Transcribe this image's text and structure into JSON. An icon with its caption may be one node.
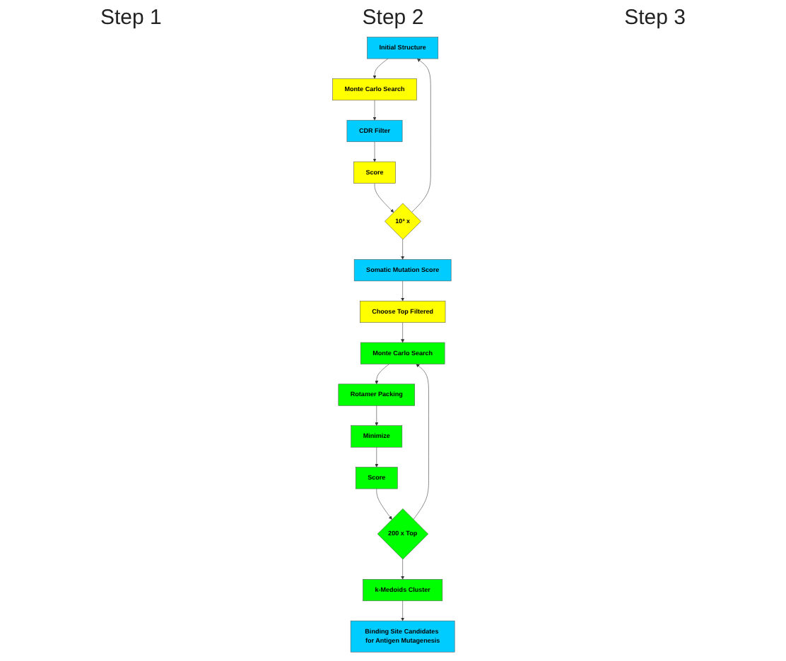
{
  "diagram": {
    "nodes": [
      {
        "text": [
          "Initial Structure"
        ]
      },
      {
        "text": [
          "Monte Carlo Search"
        ]
      },
      {
        "text": [
          "CDR Filter"
        ]
      },
      {
        "text": [
          "Score"
        ]
      },
      {
        "text": [
          "10³ x"
        ]
      },
      {
        "text": [
          "Choose Top Filtered"
        ]
      },
      {
        "text": [
          "Somatic Mutation Score"
        ]
      },
      {
        "text": [
          "Monte Carlo Search"
        ]
      },
      {
        "text": [
          "Rotamer Packing"
        ]
      },
      {
        "text": [
          "Minimize"
        ]
      },
      {
        "text": [
          "Score"
        ]
      },
      {
        "text": [
          "200 x Top"
        ]
      },
      {
        "text": [
          "k-Medoids Cluster"
        ]
      },
      {
        "text": [
          "Binding Site Candidates for Antigen Mutagenesis"
        ]
      }
    ],
    "edges": [
      {
        "from": 0,
        "to": 1,
        "arrow": "to"
      },
      {
        "from": 1,
        "to": 2,
        "arrow": "to"
      },
      {
        "from": 2,
        "to": 3,
        "arrow": "to"
      },
      {
        "from": 3,
        "to": 4,
        "arrow": "to"
      },
      {
        "from": 4,
        "to": 0,
        "arrow": "to"
      },
      {
        "from": 4,
        "to": 6,
        "arrow": "to"
      },
      {
        "from": 6,
        "to": 5,
        "arrow": "to"
      },
      {
        "from": 5,
        "to": 7,
        "arrow": "to"
      },
      {
        "from": 7,
        "to": 8,
        "arrow": "to"
      },
      {
        "from": 8,
        "to": 9,
        "arrow": "to"
      },
      {
        "from": 9,
        "to": 10,
        "arrow": "to"
      },
      {
        "from": 10,
        "to": 11,
        "arrow": "to"
      },
      {
        "from": 11,
        "to": 7,
        "arrow": "to"
      },
      {
        "from": 11,
        "to": 12,
        "arrow": "to"
      },
      {
        "from": 12,
        "to": 13,
        "arrow": "to"
      }
    ],
    "labels": [
      "Step 1",
      "Step 2",
      "Step 3"
    ]
  }
}
